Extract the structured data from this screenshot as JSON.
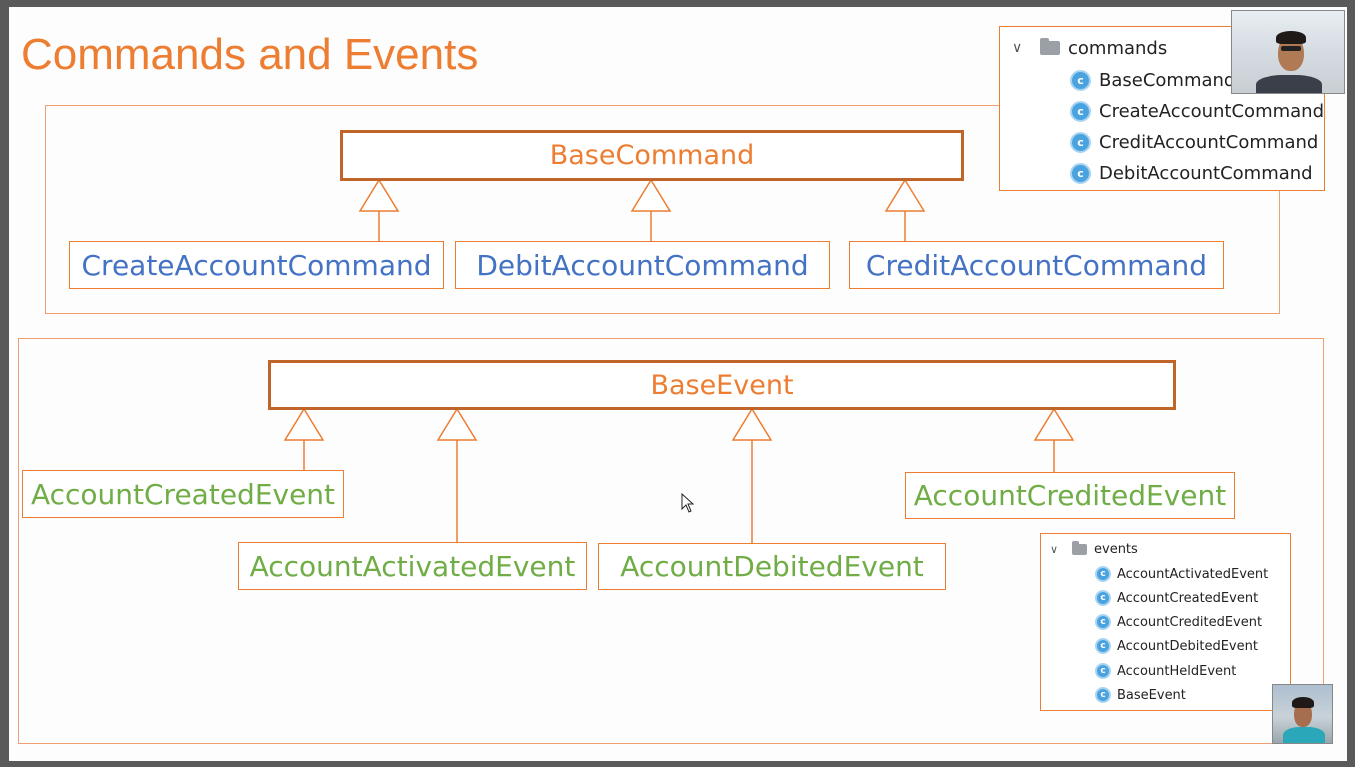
{
  "title": "Commands and Events",
  "commands_diagram": {
    "base": "BaseCommand",
    "children": [
      "CreateAccountCommand",
      "DebitAccountCommand",
      "CreditAccountCommand"
    ]
  },
  "events_diagram": {
    "base": "BaseEvent",
    "children": [
      "AccountCreatedEvent",
      "AccountActivatedEvent",
      "AccountDebitedEvent",
      "AccountCreditedEvent"
    ]
  },
  "commands_tree": {
    "folder": "commands",
    "items": [
      "BaseCommand",
      "CreateAccountCommand",
      "CreditAccountCommand",
      "DebitAccountCommand"
    ]
  },
  "events_tree": {
    "folder": "events",
    "items": [
      "AccountActivatedEvent",
      "AccountCreatedEvent",
      "AccountCreditedEvent",
      "AccountDebitedEvent",
      "AccountHeldEvent",
      "BaseEvent"
    ]
  },
  "icons": {
    "class": "class-icon",
    "folder": "folder-icon",
    "expand": "chevron-down-icon",
    "cursor": "mouse-cursor-icon"
  },
  "class_icon_letter": "c",
  "colors": {
    "accent_orange": "#ed7d31",
    "command_blue": "#4472c4",
    "event_green": "#70ad47",
    "base_border": "#c0652a"
  }
}
